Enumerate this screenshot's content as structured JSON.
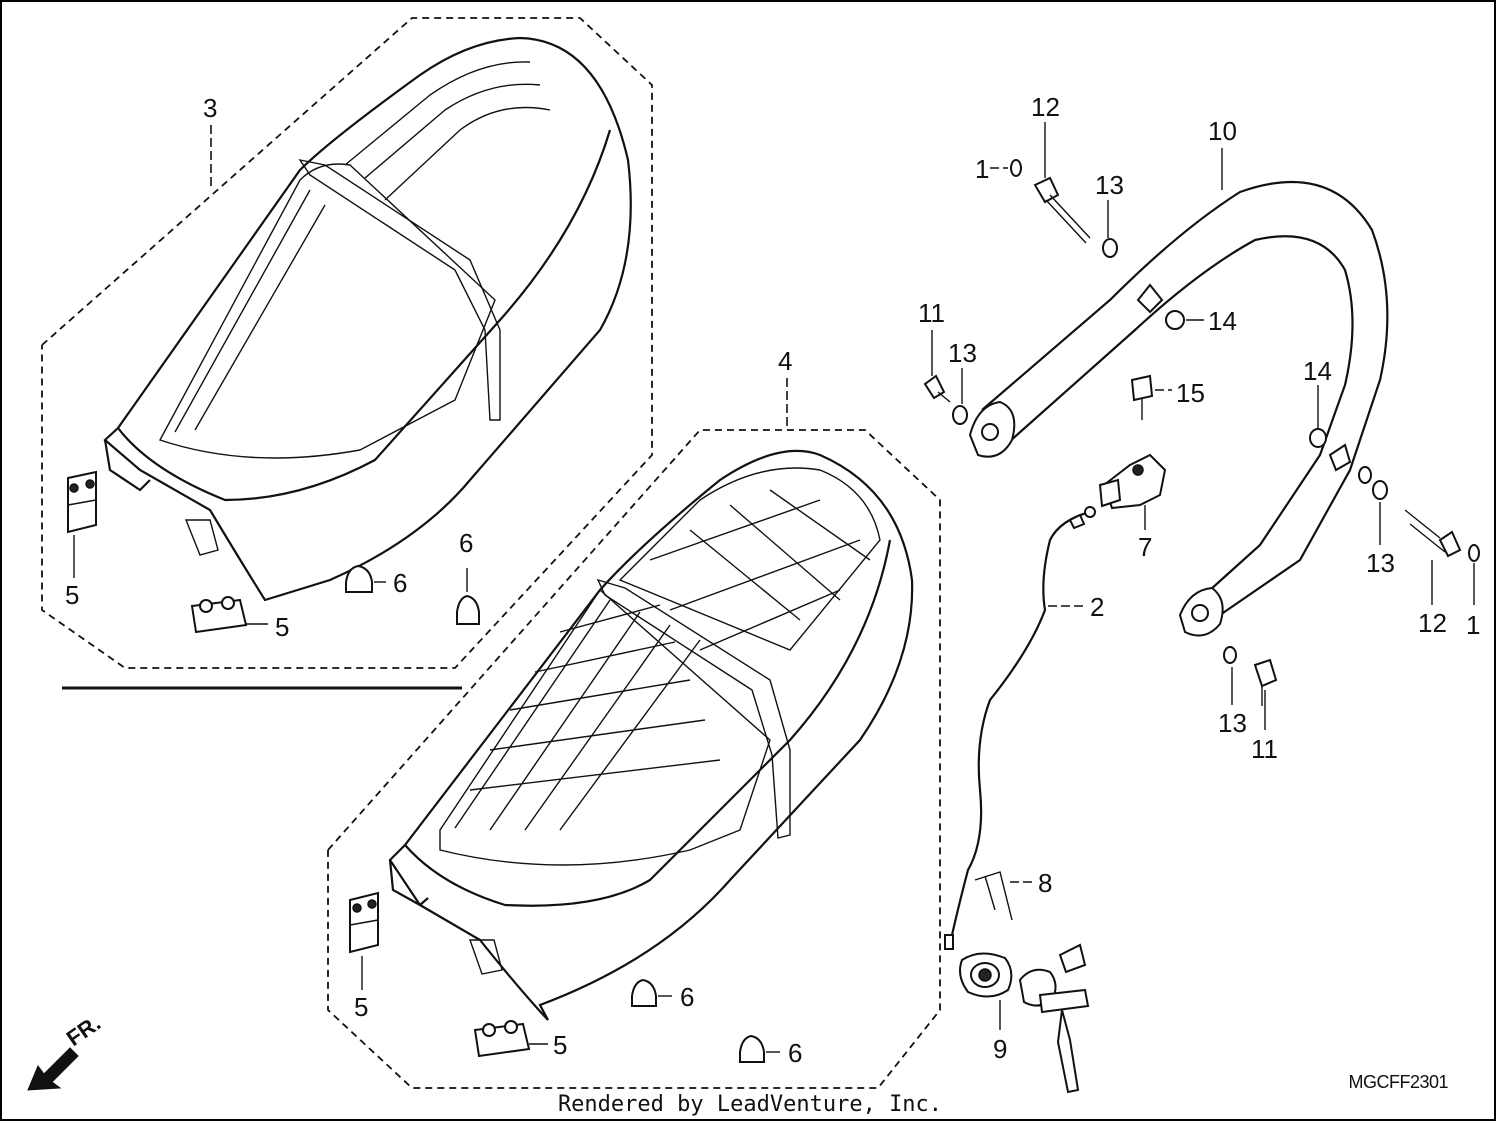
{
  "diagram": {
    "callouts": {
      "c1a": "1",
      "c1b": "1",
      "c2": "2",
      "c3": "3",
      "c4": "4",
      "c5a": "5",
      "c5b": "5",
      "c5c": "5",
      "c5d": "5",
      "c6a": "6",
      "c6b": "6",
      "c6c": "6",
      "c6d": "6",
      "c7": "7",
      "c8": "8",
      "c9": "9",
      "c10": "10",
      "c11a": "11",
      "c11b": "11",
      "c12a": "12",
      "c12b": "12",
      "c13a": "13",
      "c13b": "13",
      "c13c": "13",
      "c13d": "13",
      "c14a": "14",
      "c14b": "14",
      "c15": "15"
    },
    "front_marker": "FR.",
    "diagram_code": "MGCFF2301",
    "credit": "Rendered by LeadVenture, Inc."
  }
}
